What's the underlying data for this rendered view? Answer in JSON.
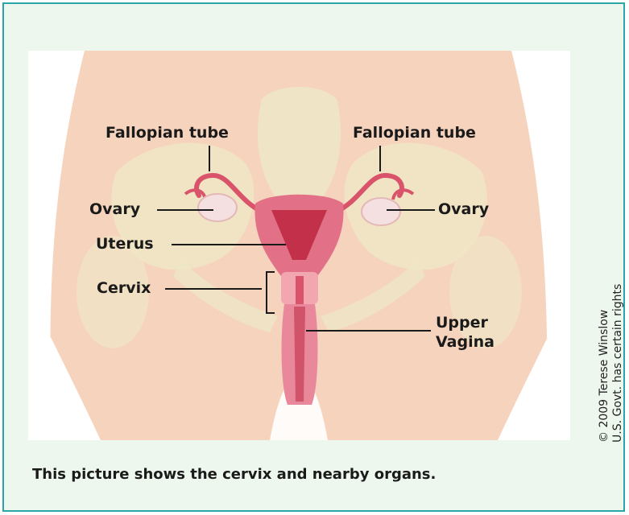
{
  "labels": {
    "fallopian_tube_left": "Fallopian tube",
    "fallopian_tube_right": "Fallopian tube",
    "ovary_left": "Ovary",
    "ovary_right": "Ovary",
    "uterus": "Uterus",
    "cervix": "Cervix",
    "upper_vagina_line1": "Upper",
    "upper_vagina_line2": "Vagina"
  },
  "credit": {
    "line1": "© 2009 Terese Winslow",
    "line2": "U.S. Govt. has certain rights"
  },
  "caption": "This picture shows the cervix and nearby organs.",
  "colors": {
    "border": "#2aa6a6",
    "panel_background": "#eef7ee",
    "skin": "#f6d3bd",
    "bone": "#efe6c6",
    "organ": "#d9546a",
    "organ_light": "#f2a6b0"
  }
}
